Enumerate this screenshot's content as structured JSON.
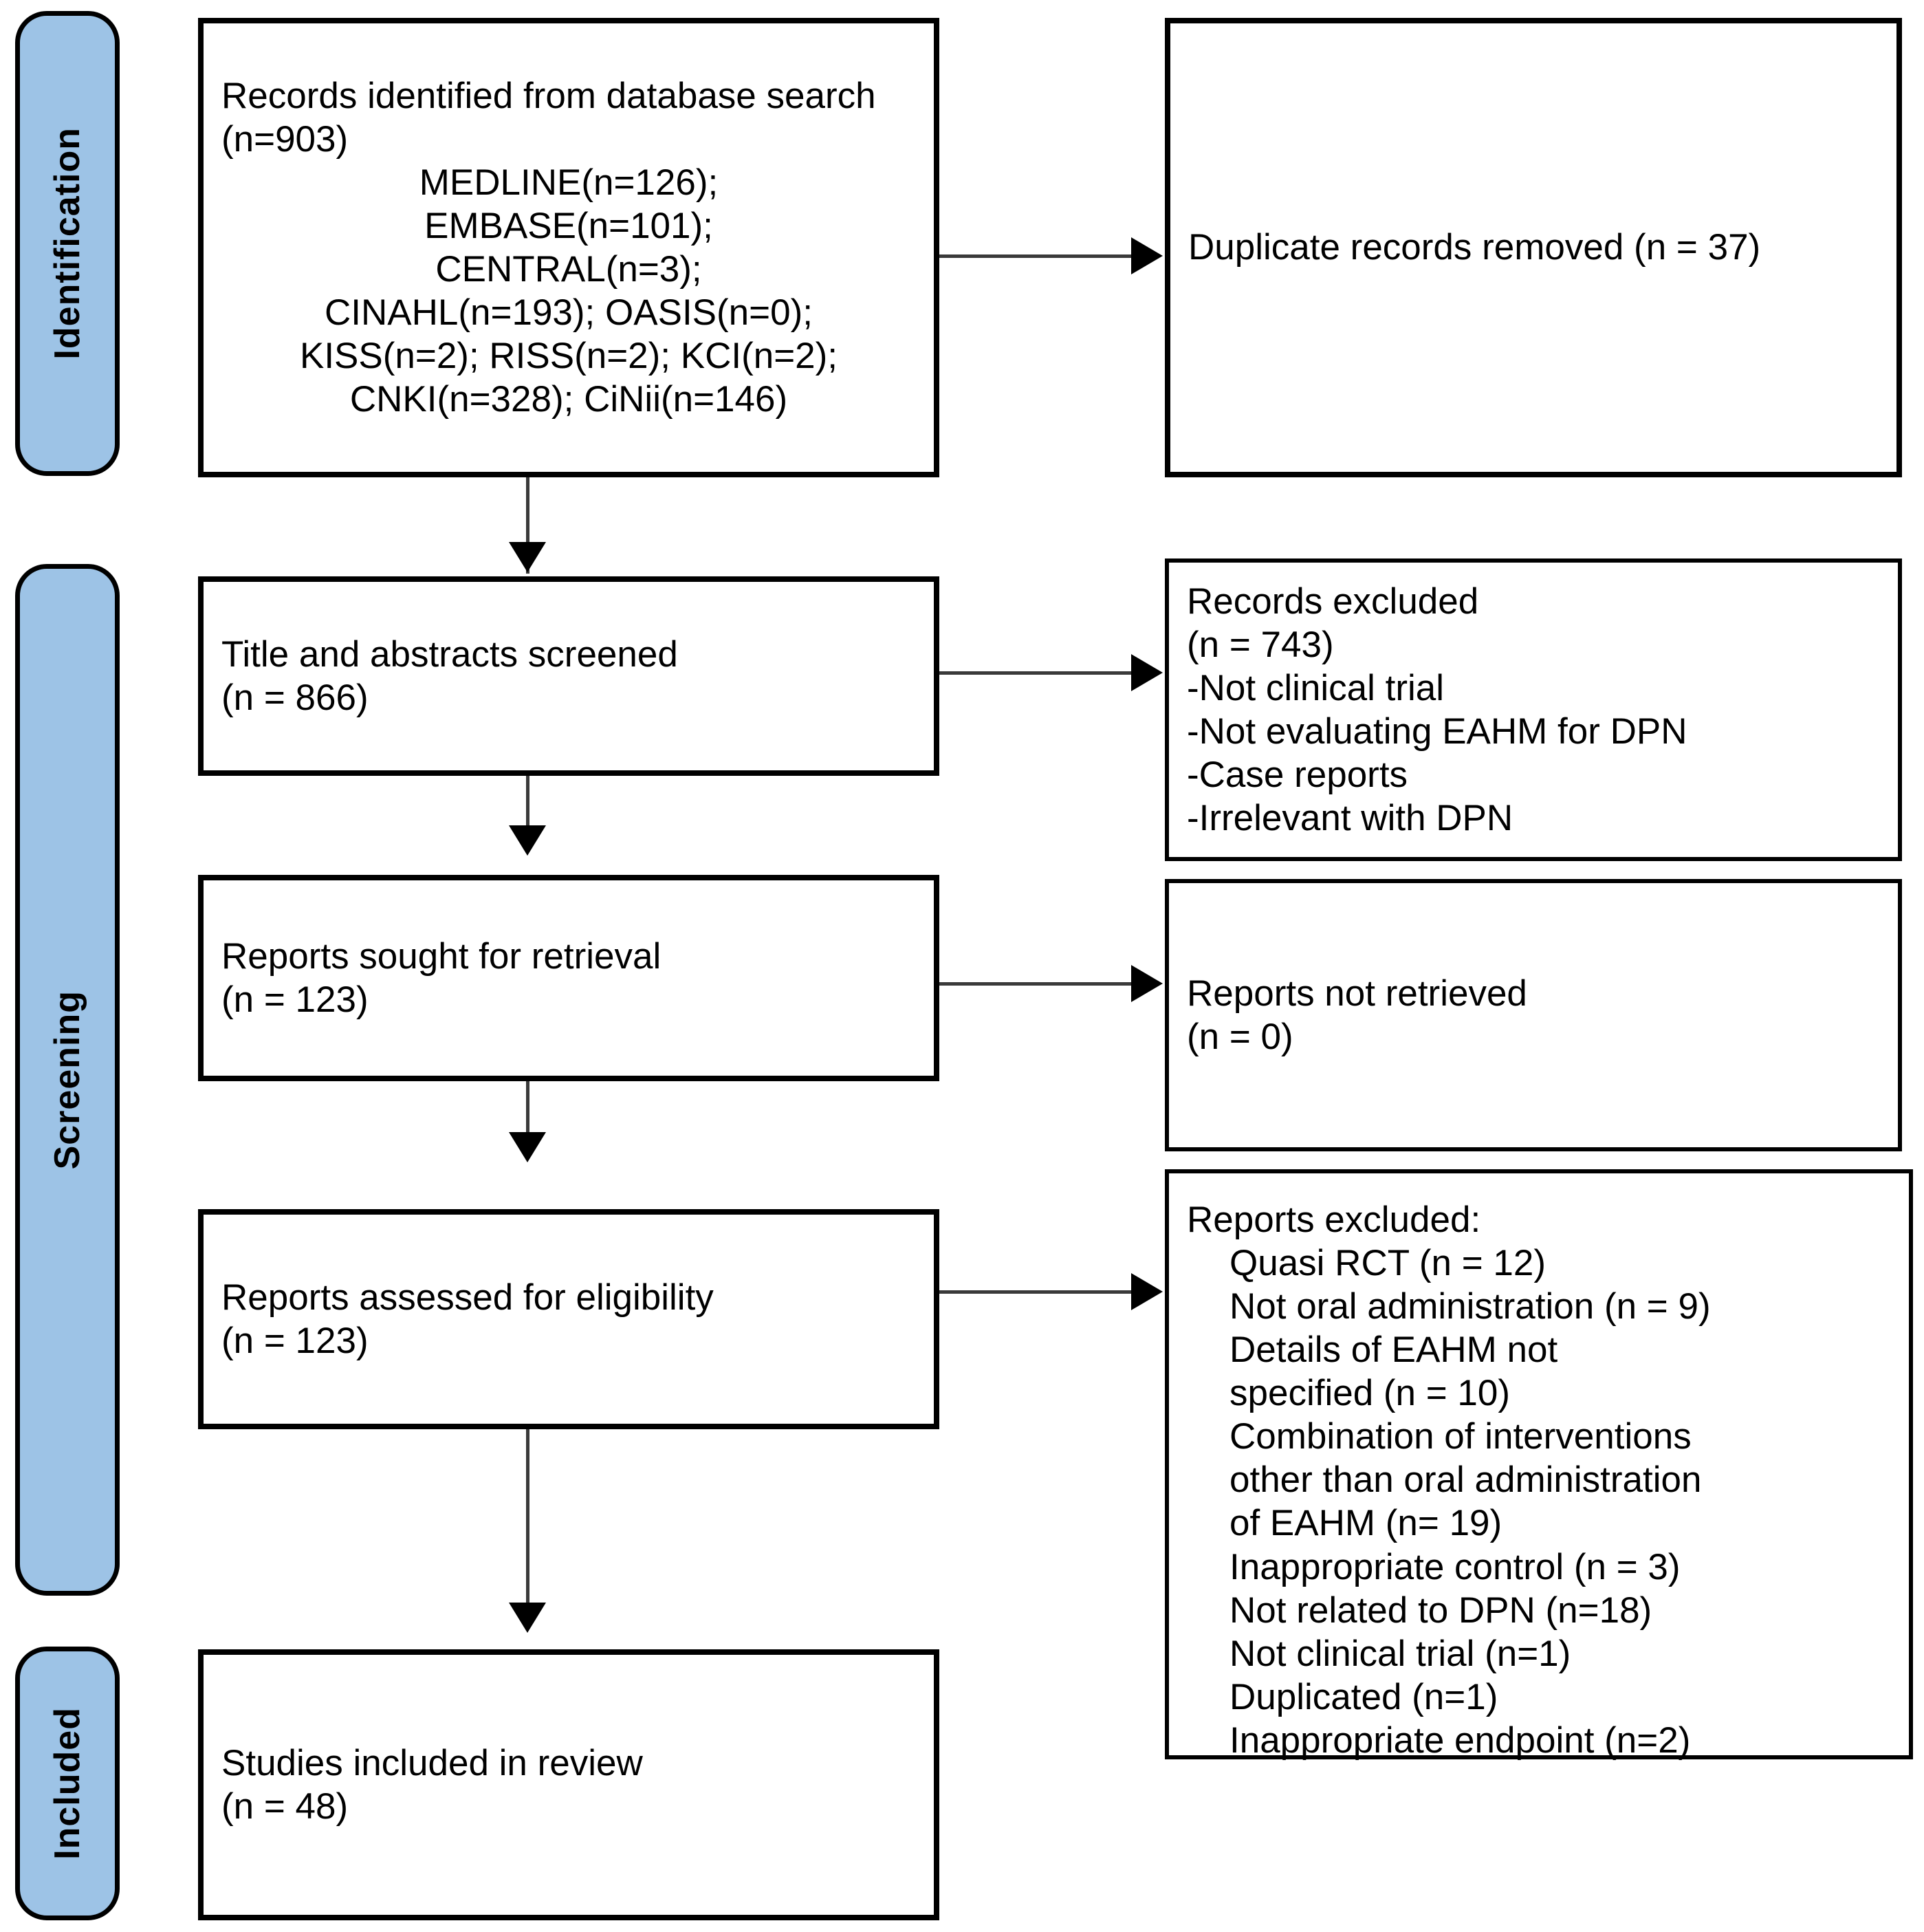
{
  "diagram": {
    "title": "PRISMA flow diagram",
    "accent_color": "#9DC3E6",
    "line_color": "#000000"
  },
  "stages": [
    {
      "id": "identification",
      "label": "Identification"
    },
    {
      "id": "screening",
      "label": "Screening"
    },
    {
      "id": "included",
      "label": "Included"
    }
  ],
  "boxes": {
    "records_identified": {
      "lead": "Records identified from database search (n=903)",
      "sources_text": "MEDLINE(n=126);\nEMBASE(n=101);\nCENTRAL(n=3);\nCINAHL(n=193); OASIS(n=0);\nKISS(n=2); RISS(n=2); KCI(n=2);\nCNKI(n=328); CiNii(n=146)"
    },
    "duplicates_removed": {
      "text": "Duplicate records removed (n = 37)"
    },
    "titles_screened": {
      "text": "Title and abstracts screened\n(n = 866)"
    },
    "records_excluded": {
      "text": "Records excluded\n(n = 743)\n-Not clinical trial\n-Not evaluating EAHM for DPN\n-Case reports\n-Irrelevant with DPN"
    },
    "reports_sought": {
      "text": "Reports sought for retrieval\n(n = 123)"
    },
    "reports_not_retrieved": {
      "text": "Reports not retrieved\n(n = 0)"
    },
    "reports_assessed": {
      "text": "Reports assessed for eligibility\n(n = 123)"
    },
    "reports_excluded": {
      "heading": "Reports excluded:",
      "reasons_text": "Quasi RCT (n = 12)\nNot oral administration (n = 9)\nDetails of EAHM not\nspecified (n = 10)\nCombination of interventions\nother than oral administration\nof EAHM (n= 19)\nInappropriate control (n = 3)\nNot related to DPN (n=18)\nNot clinical trial (n=1)\nDuplicated (n=1)\nInappropriate endpoint (n=2)"
    },
    "studies_included": {
      "text": "Studies included in review\n(n = 48)"
    }
  },
  "chart_data": {
    "type": "table",
    "title": "PRISMA 2020 flow of study selection",
    "counts": {
      "records_identified_total": 903,
      "sources": [
        {
          "name": "MEDLINE",
          "n": 126
        },
        {
          "name": "EMBASE",
          "n": 101
        },
        {
          "name": "CENTRAL",
          "n": 3
        },
        {
          "name": "CINAHL",
          "n": 193
        },
        {
          "name": "OASIS",
          "n": 0
        },
        {
          "name": "KISS",
          "n": 2
        },
        {
          "name": "RISS",
          "n": 2
        },
        {
          "name": "KCI",
          "n": 2
        },
        {
          "name": "CNKI",
          "n": 328
        },
        {
          "name": "CiNii",
          "n": 146
        }
      ],
      "duplicates_removed": 37,
      "title_abstracts_screened": 866,
      "records_excluded": 743,
      "reports_sought_for_retrieval": 123,
      "reports_not_retrieved": 0,
      "reports_assessed_for_eligibility": 123,
      "reports_excluded_reasons": [
        {
          "reason": "Quasi RCT",
          "n": 12
        },
        {
          "reason": "Not oral administration",
          "n": 9
        },
        {
          "reason": "Details of EAHM not specified",
          "n": 10
        },
        {
          "reason": "Combination of interventions other than oral administration of EAHM",
          "n": 19
        },
        {
          "reason": "Inappropriate control",
          "n": 3
        },
        {
          "reason": "Not related to DPN",
          "n": 18
        },
        {
          "reason": "Not clinical trial",
          "n": 1
        },
        {
          "reason": "Duplicated",
          "n": 1
        },
        {
          "reason": "Inappropriate endpoint",
          "n": 2
        }
      ],
      "studies_included_in_review": 48
    },
    "screening_exclusion_reasons": [
      "Not clinical trial",
      "Not evaluating EAHM for DPN",
      "Case reports",
      "Irrelevant with DPN"
    ]
  }
}
